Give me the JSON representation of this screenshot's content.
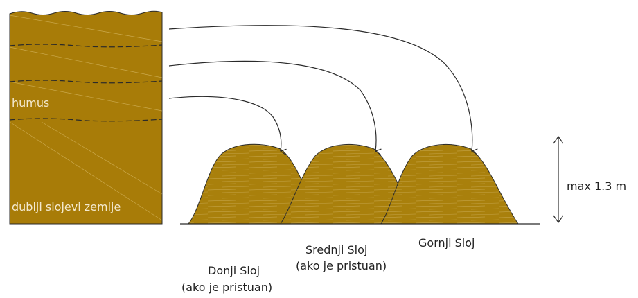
{
  "labels": {
    "humus": "humus",
    "deep_layers": "dublji slojevi zemlje",
    "height_note": "max 1.3 m",
    "bottom_layer": "Donji Sloj",
    "bottom_layer_note": "(ako je pristuan)",
    "middle_layer": "Srednji Sloj",
    "middle_layer_note": "(ako je pristuan)",
    "top_layer": "Gornji Sloj"
  },
  "colors": {
    "soil": "#a87c08",
    "soil_dark": "#8f6806",
    "mound": "#a9800c",
    "outline": "#2a2a2a"
  }
}
